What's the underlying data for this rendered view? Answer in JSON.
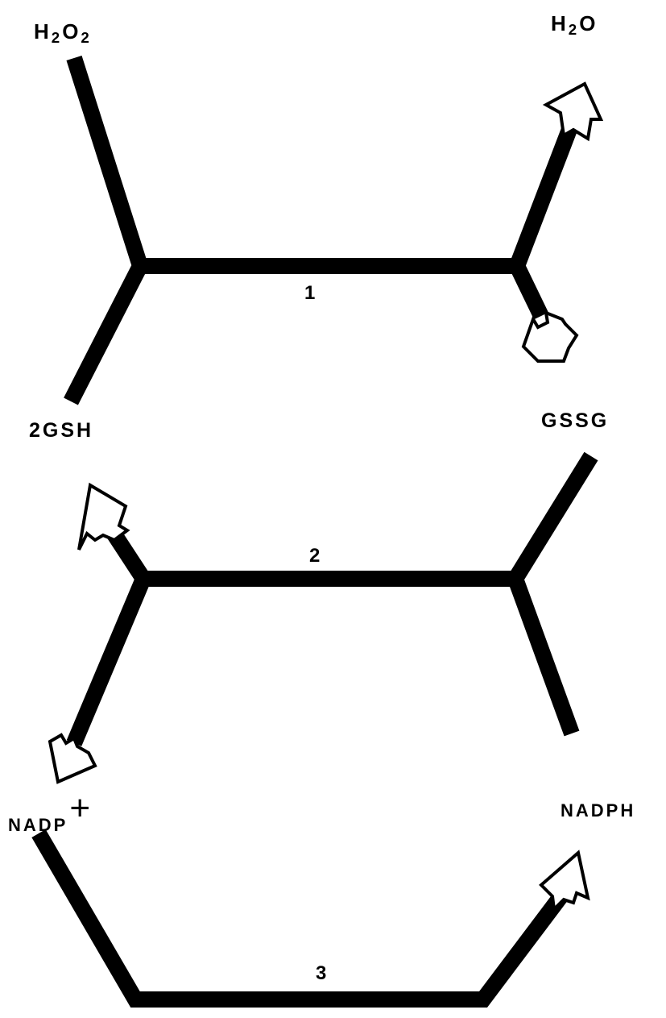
{
  "labels": {
    "h2o2": {
      "main1": "H",
      "sub1": "2",
      "main2": "O",
      "sub2": "2"
    },
    "h2o": {
      "main1": "H",
      "sub1": "2",
      "main2": "O"
    },
    "gsh": "2GSH",
    "gssg": "GSSG",
    "nadp": "NADP",
    "nadp_charge": "+",
    "nadph": "NADPH"
  },
  "reactions": {
    "r1": "1",
    "r2": "2",
    "r3": "3"
  },
  "colors": {
    "stroke": "#000000",
    "arrow_fill": "#ffffff"
  }
}
